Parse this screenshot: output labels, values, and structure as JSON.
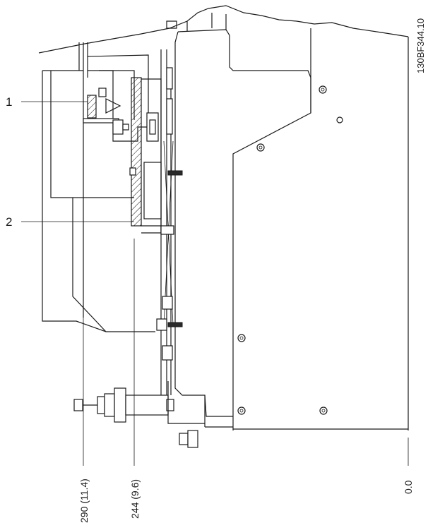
{
  "drawing": {
    "reference_code": "130BF344.10",
    "callouts": [
      {
        "label": "1"
      },
      {
        "label": "2"
      }
    ],
    "dimensions": [
      {
        "label": "290 (11.4)"
      },
      {
        "label": "244 (9.6)"
      },
      {
        "label": "0.0"
      }
    ]
  }
}
